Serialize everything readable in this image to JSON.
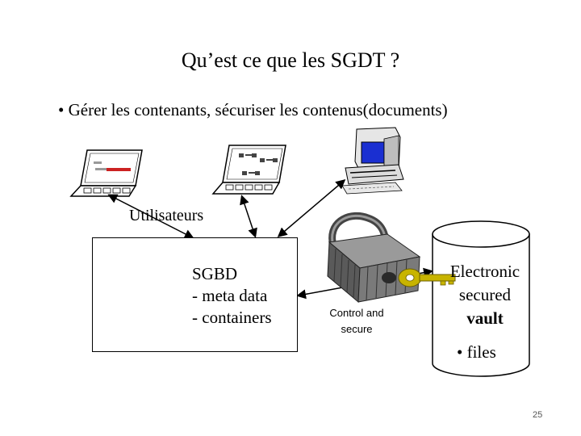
{
  "title": "Qu’est ce que les SGDT ?",
  "bullet": "• Gérer les contenants, sécuriser les contenus(documents)",
  "users_label": "Utilisateurs",
  "sgbd": {
    "title": "SGBD",
    "line1": "- meta data",
    "line2": "- containers"
  },
  "control": {
    "line1": "Control and",
    "line2": "secure"
  },
  "vault": {
    "line1": "Electronic",
    "line2": "secured",
    "line3": "vault",
    "bullet": "• files"
  },
  "page_number": "25",
  "icons": [
    "laptop-icon",
    "laptop-icon",
    "desktop-computer-icon",
    "server-tower-icon",
    "padlock-icon",
    "key-icon",
    "cylinder-database-icon"
  ],
  "colors": {
    "screen_blue": "#1a2fd1",
    "key_yellow": "#c8b400",
    "lock_gray": "#6e6e6e"
  }
}
